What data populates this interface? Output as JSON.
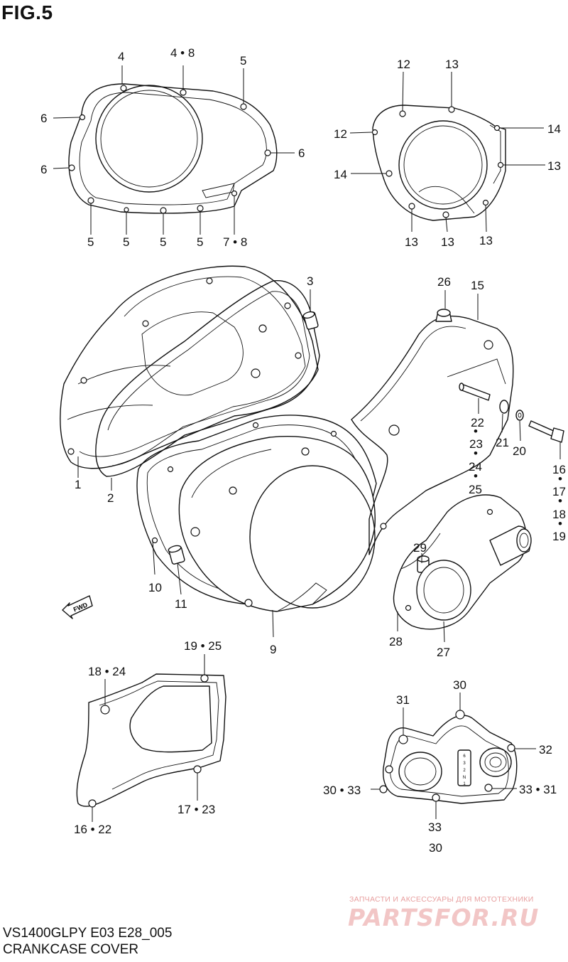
{
  "figure": {
    "title": "FIG.5",
    "model_code": "VS1400GLPY E03 E28_005",
    "section_name": "CRANKCASE COVER",
    "fwd_label": "FWD"
  },
  "watermark": {
    "tagline": "ЗАПЧАСТИ И АКСЕССУАРЫ ДЛЯ МОТОТЕХНИКИ",
    "logo": "PARTSFOR.RU"
  },
  "callouts": {
    "top_left_cover": [
      "4",
      "4 • 8",
      "5",
      "6",
      "6",
      "6",
      "5",
      "5",
      "5",
      "5",
      "7 • 8"
    ],
    "top_right_cover": [
      "12",
      "13",
      "12",
      "14",
      "14",
      "13",
      "13",
      "13",
      "13"
    ],
    "main_assembly": [
      "3",
      "26",
      "15",
      "1",
      "2",
      "10",
      "11",
      "9",
      "22",
      "23",
      "24",
      "25",
      "21",
      "20",
      "16",
      "17",
      "18",
      "19",
      "29",
      "28",
      "27"
    ],
    "bottom_left_cover": [
      "19 • 25",
      "18 • 24",
      "17 • 23",
      "16 • 22"
    ],
    "bottom_right_cover": [
      "30",
      "31",
      "32",
      "30 • 33",
      "33 • 31",
      "33",
      "30"
    ]
  },
  "colors": {
    "line": "#111111",
    "background": "#ffffff",
    "watermark": "#f2c6c6"
  }
}
